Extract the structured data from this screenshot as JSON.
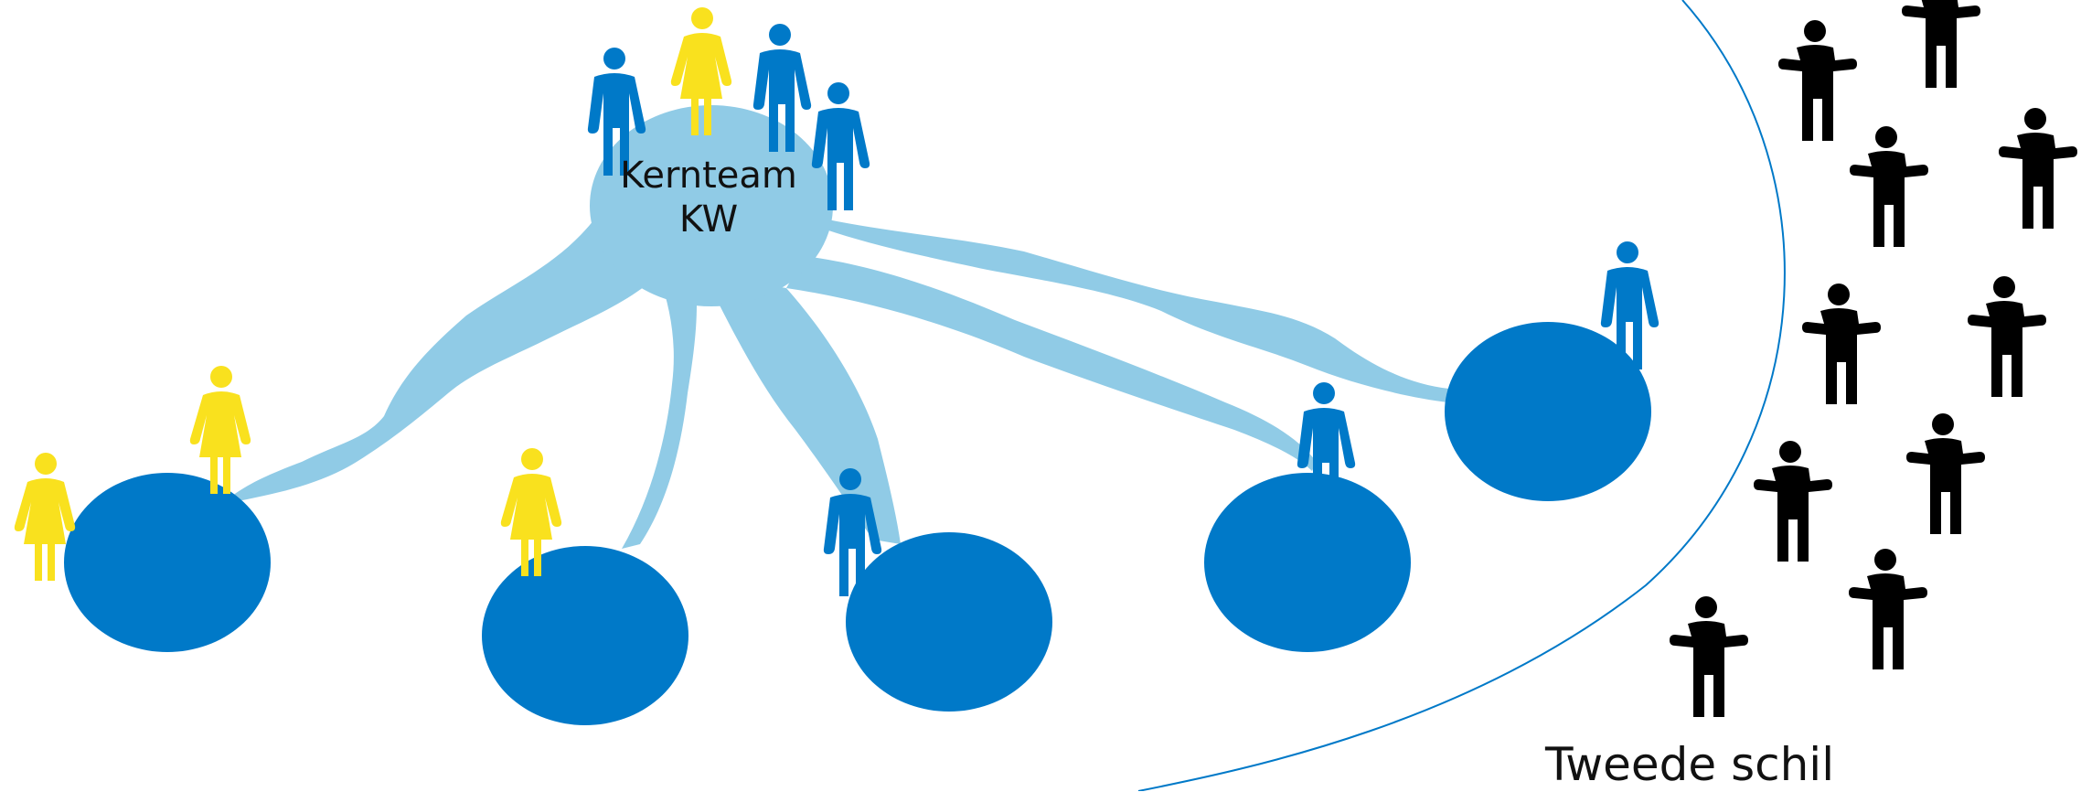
{
  "core_team": {
    "label_line1": "Kernteam",
    "label_line2": "KW"
  },
  "outer_ring": {
    "label": "Tweede schil"
  },
  "colors": {
    "core_circle": "#90cbe6",
    "team_circle": "#0079c8",
    "link": "#90cbe6",
    "person_blue": "#0079c8",
    "person_yellow": "#f9e11e",
    "person_black": "#000000",
    "boundary": "#0079c8"
  }
}
